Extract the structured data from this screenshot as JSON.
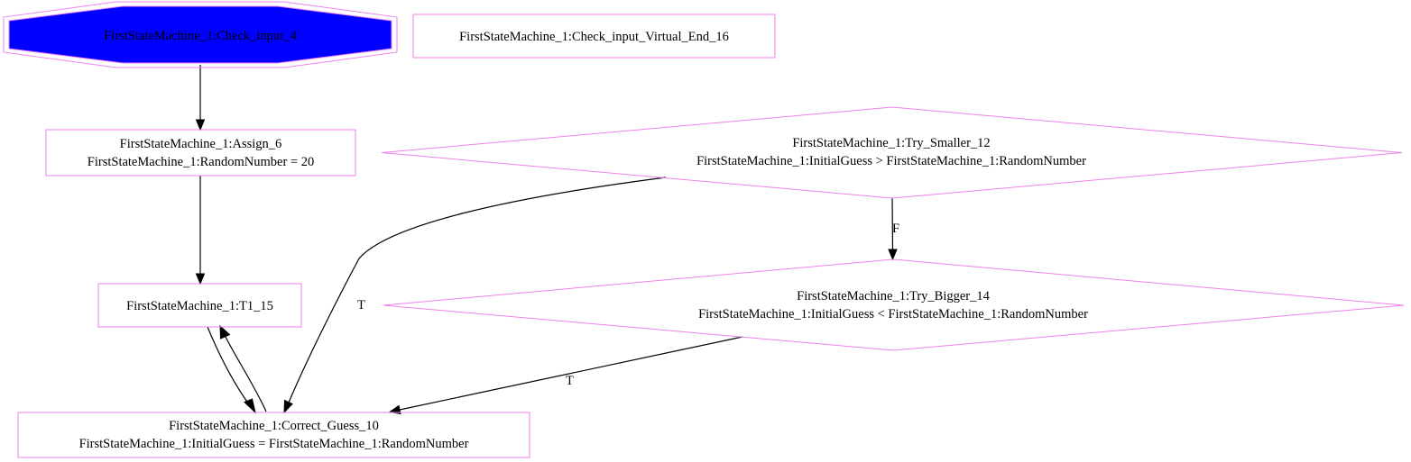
{
  "diagram": {
    "colors": {
      "node_border": "#ee82ee",
      "start_fill": "#0000ff",
      "edge": "#000000",
      "text": "#000000"
    },
    "nodes": {
      "check_input": {
        "line1": "FirstStateMachine_1:Check_input_4"
      },
      "check_input_end": {
        "line1": "FirstStateMachine_1:Check_input_Virtual_End_16"
      },
      "assign": {
        "line1": "FirstStateMachine_1:Assign_6",
        "line2": "FirstStateMachine_1:RandomNumber = 20"
      },
      "try_smaller": {
        "line1": "FirstStateMachine_1:Try_Smaller_12",
        "line2": "FirstStateMachine_1:InitialGuess > FirstStateMachine_1:RandomNumber"
      },
      "t1": {
        "line1": "FirstStateMachine_1:T1_15"
      },
      "try_bigger": {
        "line1": "FirstStateMachine_1:Try_Bigger_14",
        "line2": "FirstStateMachine_1:InitialGuess < FirstStateMachine_1:RandomNumber"
      },
      "correct_guess": {
        "line1": "FirstStateMachine_1:Correct_Guess_10",
        "line2": "FirstStateMachine_1:InitialGuess = FirstStateMachine_1:RandomNumber"
      }
    },
    "edges": {
      "smaller_false_label": "F",
      "smaller_true_label": "T",
      "bigger_true_label": "T"
    }
  }
}
